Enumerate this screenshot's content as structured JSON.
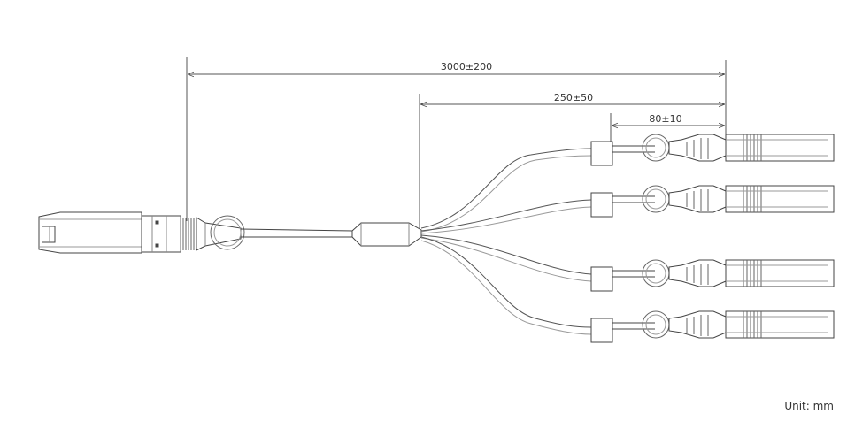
{
  "dimensions": {
    "total_length": "3000±200",
    "breakout_length": "250±50",
    "connector_offset": "80±10"
  },
  "unit_label": "Unit: mm",
  "colors": {
    "line": "#444444",
    "light_line": "#777777",
    "text": "#333333"
  },
  "components": {
    "main_connector": "qsfp-connector",
    "breakout_boot": "splitter-boot",
    "breakout_count": 4,
    "branch_connector": "sfp-connector"
  }
}
